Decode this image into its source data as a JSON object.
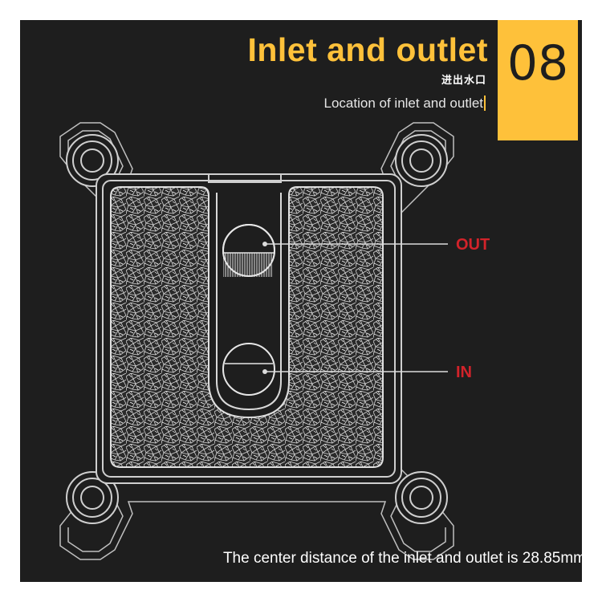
{
  "section": {
    "number": "08",
    "title": "Inlet and outlet",
    "subtitle": "进出水口",
    "location_label": "Location of inlet and outlet"
  },
  "labels": {
    "out": "OUT",
    "in": "IN"
  },
  "caption": "The center distance of the inlet and outlet is 28.85mm",
  "colors": {
    "background": "#1e1e1e",
    "accent": "#fec13a",
    "label_red": "#d2232a",
    "line": "#dcdcdc"
  }
}
